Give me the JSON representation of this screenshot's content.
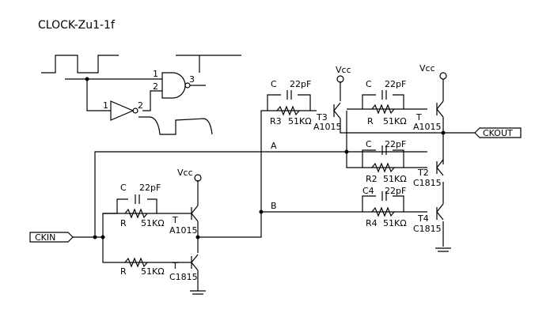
{
  "title": "CLOCK-Zu1-1f",
  "gate": {
    "pin1": "1",
    "pin2": "2",
    "pin3": "3",
    "inv_in": "1",
    "inv_out": "2"
  },
  "net": {
    "a": "A",
    "b": "B",
    "ckin": "CKIN",
    "ckout": "CKOUT"
  },
  "vcc": "Vcc",
  "stages": {
    "in_top": {
      "c": "C",
      "cval": "22pF",
      "r": "R",
      "rval": "51KΩ",
      "t": "T",
      "tpart": "A1015"
    },
    "in_bot": {
      "r": "R",
      "rval": "51KΩ",
      "t": "T",
      "tpart": "C1815"
    },
    "t3": {
      "c": "C",
      "cval": "22pF",
      "r": "R3",
      "rval": "51KΩ",
      "t": "T3",
      "tpart": "A1015"
    },
    "t1": {
      "c": "C",
      "cval": "22pF",
      "r": "R",
      "rval": "51KΩ",
      "t": "T",
      "tpart": "A1015"
    },
    "t2": {
      "c": "C",
      "cval": "22pF",
      "r": "R2",
      "rval": "51KΩ",
      "t": "T2",
      "tpart": "C1815"
    },
    "t4": {
      "c": "C4",
      "cval": "22pF",
      "r": "R4",
      "rval": "51KΩ",
      "t": "T4",
      "tpart": "C1815"
    }
  }
}
